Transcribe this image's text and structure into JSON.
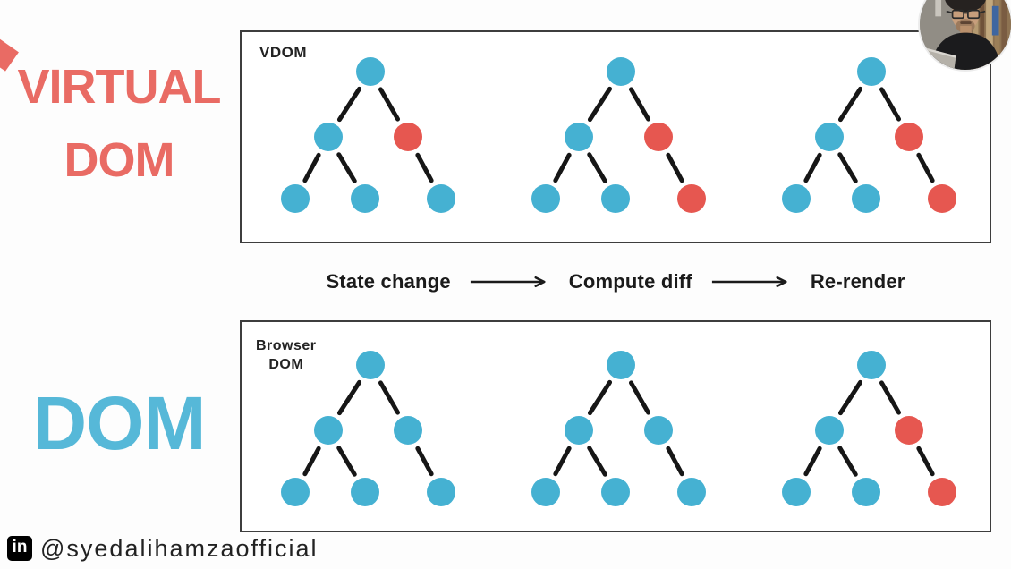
{
  "titles": {
    "virtual_dom_lines": [
      "VIRTUAL",
      "DOM"
    ],
    "dom": "DOM"
  },
  "colors": {
    "node_blue": "#45b1d2",
    "node_red": "#e65750",
    "title_red": "#e96b64",
    "title_blue": "#56b8d8",
    "edge": "#161616",
    "box_border": "#3d3d3d"
  },
  "tree_structure": {
    "edges": [
      [
        0,
        1
      ],
      [
        0,
        2
      ],
      [
        1,
        3
      ],
      [
        1,
        4
      ],
      [
        2,
        5
      ]
    ],
    "node_roles": [
      "root",
      "left-child",
      "right-child",
      "leaf-1",
      "leaf-2",
      "leaf-3"
    ]
  },
  "vdom_panel": {
    "label": "VDOM",
    "trees": [
      {
        "nodes": [
          "blue",
          "blue",
          "red",
          "blue",
          "blue",
          "blue"
        ]
      },
      {
        "nodes": [
          "blue",
          "blue",
          "red",
          "blue",
          "blue",
          "red"
        ]
      },
      {
        "nodes": [
          "blue",
          "blue",
          "red",
          "blue",
          "blue",
          "red"
        ]
      }
    ]
  },
  "process": {
    "steps": [
      "State change",
      "Compute diff",
      "Re-render"
    ]
  },
  "dom_panel": {
    "label_lines": [
      "Browser",
      "DOM"
    ],
    "trees": [
      {
        "nodes": [
          "blue",
          "blue",
          "blue",
          "blue",
          "blue",
          "blue"
        ]
      },
      {
        "nodes": [
          "blue",
          "blue",
          "blue",
          "blue",
          "blue",
          "blue"
        ]
      },
      {
        "nodes": [
          "blue",
          "blue",
          "red",
          "blue",
          "blue",
          "red"
        ]
      }
    ]
  },
  "footer": {
    "icon": "linkedin-icon",
    "icon_text": "in",
    "handle": "@syedalihamzaofficial"
  }
}
